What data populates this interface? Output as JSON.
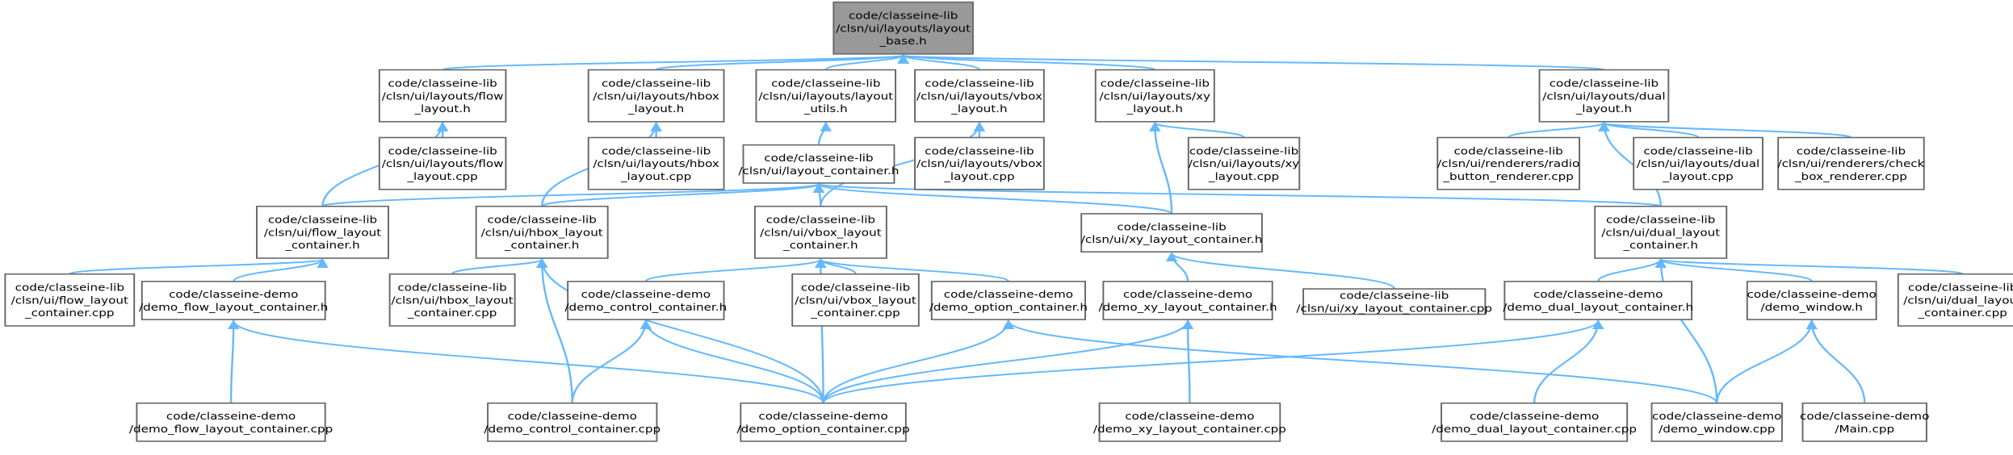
{
  "diagram": {
    "type": "include-dependency-graph",
    "colors": {
      "edge": "#63b8ff",
      "node_fill": "#ffffff",
      "node_border": "#666666",
      "root_fill": "#999999",
      "text": "#000000"
    },
    "nodes": [
      {
        "id": "root",
        "lines": [
          "code/classeine-lib",
          "/clsn/ui/layouts/layout",
          "_base.h"
        ],
        "root": true
      },
      {
        "id": "flow_layout_h",
        "lines": [
          "code/classeine-lib",
          "/clsn/ui/layouts/flow",
          "_layout.h"
        ]
      },
      {
        "id": "hbox_layout_h",
        "lines": [
          "code/classeine-lib",
          "/clsn/ui/layouts/hbox",
          "_layout.h"
        ]
      },
      {
        "id": "layout_utils_h",
        "lines": [
          "code/classeine-lib",
          "/clsn/ui/layouts/layout",
          "_utils.h"
        ]
      },
      {
        "id": "vbox_layout_h",
        "lines": [
          "code/classeine-lib",
          "/clsn/ui/layouts/vbox",
          "_layout.h"
        ]
      },
      {
        "id": "xy_layout_h",
        "lines": [
          "code/classeine-lib",
          "/clsn/ui/layouts/xy",
          "_layout.h"
        ]
      },
      {
        "id": "dual_layout_h",
        "lines": [
          "code/classeine-lib",
          "/clsn/ui/layouts/dual",
          "_layout.h"
        ]
      },
      {
        "id": "flow_layout_cpp",
        "lines": [
          "code/classeine-lib",
          "/clsn/ui/layouts/flow",
          "_layout.cpp"
        ]
      },
      {
        "id": "hbox_layout_cpp",
        "lines": [
          "code/classeine-lib",
          "/clsn/ui/layouts/hbox",
          "_layout.cpp"
        ]
      },
      {
        "id": "layout_container_h",
        "lines": [
          "code/classeine-lib",
          "/clsn/ui/layout_container.h"
        ]
      },
      {
        "id": "vbox_layout_cpp",
        "lines": [
          "code/classeine-lib",
          "/clsn/ui/layouts/vbox",
          "_layout.cpp"
        ]
      },
      {
        "id": "xy_layout_cpp",
        "lines": [
          "code/classeine-lib",
          "/clsn/ui/layouts/xy",
          "_layout.cpp"
        ]
      },
      {
        "id": "radio_renderer_cpp",
        "lines": [
          "code/classeine-lib",
          "/clsn/ui/renderers/radio",
          "_button_renderer.cpp"
        ]
      },
      {
        "id": "dual_layout_cpp",
        "lines": [
          "code/classeine-lib",
          "/clsn/ui/layouts/dual",
          "_layout.cpp"
        ]
      },
      {
        "id": "check_renderer_cpp",
        "lines": [
          "code/classeine-lib",
          "/clsn/ui/renderers/check",
          "_box_renderer.cpp"
        ]
      },
      {
        "id": "flow_layout_container_h",
        "lines": [
          "code/classeine-lib",
          "/clsn/ui/flow_layout",
          "_container.h"
        ]
      },
      {
        "id": "hbox_layout_container_h",
        "lines": [
          "code/classeine-lib",
          "/clsn/ui/hbox_layout",
          "_container.h"
        ]
      },
      {
        "id": "vbox_layout_container_h",
        "lines": [
          "code/classeine-lib",
          "/clsn/ui/vbox_layout",
          "_container.h"
        ]
      },
      {
        "id": "xy_layout_container_h",
        "lines": [
          "code/classeine-lib",
          "/clsn/ui/xy_layout_container.h"
        ]
      },
      {
        "id": "dual_layout_container_h",
        "lines": [
          "code/classeine-lib",
          "/clsn/ui/dual_layout",
          "_container.h"
        ]
      },
      {
        "id": "flow_layout_container_cpp",
        "lines": [
          "code/classeine-lib",
          "/clsn/ui/flow_layout",
          "_container.cpp"
        ]
      },
      {
        "id": "demo_flow_layout_container_h",
        "lines": [
          "code/classeine-demo",
          "/demo_flow_layout_container.h"
        ]
      },
      {
        "id": "hbox_layout_container_cpp",
        "lines": [
          "code/classeine-lib",
          "/clsn/ui/hbox_layout",
          "_container.cpp"
        ]
      },
      {
        "id": "demo_control_container_h",
        "lines": [
          "code/classeine-demo",
          "/demo_control_container.h"
        ]
      },
      {
        "id": "vbox_layout_container_cpp",
        "lines": [
          "code/classeine-lib",
          "/clsn/ui/vbox_layout",
          "_container.cpp"
        ]
      },
      {
        "id": "demo_option_container_h",
        "lines": [
          "code/classeine-demo",
          "/demo_option_container.h"
        ]
      },
      {
        "id": "demo_xy_layout_container_h",
        "lines": [
          "code/classeine-demo",
          "/demo_xy_layout_container.h"
        ]
      },
      {
        "id": "xy_layout_container_cpp",
        "lines": [
          "code/classeine-lib",
          "/clsn/ui/xy_layout_container.cpp"
        ]
      },
      {
        "id": "demo_dual_layout_container_h",
        "lines": [
          "code/classeine-demo",
          "/demo_dual_layout_container.h"
        ]
      },
      {
        "id": "demo_window_h",
        "lines": [
          "code/classeine-demo",
          "/demo_window.h"
        ]
      },
      {
        "id": "dual_layout_container_cpp",
        "lines": [
          "code/classeine-lib",
          "/clsn/ui/dual_layout",
          "_container.cpp"
        ]
      },
      {
        "id": "demo_flow_layout_container_cpp",
        "lines": [
          "code/classeine-demo",
          "/demo_flow_layout_container.cpp"
        ]
      },
      {
        "id": "demo_control_container_cpp",
        "lines": [
          "code/classeine-demo",
          "/demo_control_container.cpp"
        ]
      },
      {
        "id": "demo_option_container_cpp",
        "lines": [
          "code/classeine-demo",
          "/demo_option_container.cpp"
        ]
      },
      {
        "id": "demo_xy_layout_container_cpp",
        "lines": [
          "code/classeine-demo",
          "/demo_xy_layout_container.cpp"
        ]
      },
      {
        "id": "demo_dual_layout_container_cpp",
        "lines": [
          "code/classeine-demo",
          "/demo_dual_layout_container.cpp"
        ]
      },
      {
        "id": "demo_window_cpp",
        "lines": [
          "code/classeine-demo",
          "/demo_window.cpp"
        ]
      },
      {
        "id": "main_cpp",
        "lines": [
          "code/classeine-demo",
          "/Main.cpp"
        ]
      }
    ],
    "edges": [
      [
        "flow_layout_h",
        "root"
      ],
      [
        "hbox_layout_h",
        "root"
      ],
      [
        "layout_utils_h",
        "root"
      ],
      [
        "vbox_layout_h",
        "root"
      ],
      [
        "xy_layout_h",
        "root"
      ],
      [
        "dual_layout_h",
        "root"
      ],
      [
        "flow_layout_cpp",
        "flow_layout_h"
      ],
      [
        "flow_layout_container_h",
        "flow_layout_h"
      ],
      [
        "hbox_layout_cpp",
        "hbox_layout_h"
      ],
      [
        "hbox_layout_container_h",
        "hbox_layout_h"
      ],
      [
        "layout_container_h",
        "layout_utils_h"
      ],
      [
        "vbox_layout_cpp",
        "vbox_layout_h"
      ],
      [
        "vbox_layout_container_h",
        "vbox_layout_h"
      ],
      [
        "xy_layout_cpp",
        "xy_layout_h"
      ],
      [
        "xy_layout_container_h",
        "xy_layout_h"
      ],
      [
        "radio_renderer_cpp",
        "dual_layout_h"
      ],
      [
        "dual_layout_cpp",
        "dual_layout_h"
      ],
      [
        "check_renderer_cpp",
        "dual_layout_h"
      ],
      [
        "dual_layout_container_h",
        "dual_layout_h"
      ],
      [
        "flow_layout_container_h",
        "layout_container_h"
      ],
      [
        "hbox_layout_container_h",
        "layout_container_h"
      ],
      [
        "vbox_layout_container_h",
        "layout_container_h"
      ],
      [
        "xy_layout_container_h",
        "layout_container_h"
      ],
      [
        "dual_layout_container_h",
        "layout_container_h"
      ],
      [
        "flow_layout_container_cpp",
        "flow_layout_container_h"
      ],
      [
        "demo_flow_layout_container_h",
        "flow_layout_container_h"
      ],
      [
        "hbox_layout_container_cpp",
        "hbox_layout_container_h"
      ],
      [
        "demo_control_container_cpp",
        "hbox_layout_container_h"
      ],
      [
        "demo_option_container_cpp",
        "hbox_layout_container_h"
      ],
      [
        "demo_control_container_h",
        "vbox_layout_container_h"
      ],
      [
        "vbox_layout_container_cpp",
        "vbox_layout_container_h"
      ],
      [
        "demo_option_container_h",
        "vbox_layout_container_h"
      ],
      [
        "demo_option_container_cpp",
        "vbox_layout_container_h"
      ],
      [
        "demo_xy_layout_container_h",
        "xy_layout_container_h"
      ],
      [
        "xy_layout_container_cpp",
        "xy_layout_container_h"
      ],
      [
        "demo_dual_layout_container_h",
        "dual_layout_container_h"
      ],
      [
        "demo_window_h",
        "dual_layout_container_h"
      ],
      [
        "dual_layout_container_cpp",
        "dual_layout_container_h"
      ],
      [
        "demo_window_cpp",
        "dual_layout_container_h"
      ],
      [
        "demo_flow_layout_container_cpp",
        "demo_flow_layout_container_h"
      ],
      [
        "demo_option_container_cpp",
        "demo_flow_layout_container_h"
      ],
      [
        "demo_control_container_cpp",
        "demo_control_container_h"
      ],
      [
        "demo_option_container_cpp",
        "demo_control_container_h"
      ],
      [
        "demo_option_container_cpp",
        "demo_option_container_h"
      ],
      [
        "demo_window_cpp",
        "demo_option_container_h"
      ],
      [
        "demo_xy_layout_container_cpp",
        "demo_xy_layout_container_h"
      ],
      [
        "demo_option_container_cpp",
        "demo_xy_layout_container_h"
      ],
      [
        "demo_dual_layout_container_cpp",
        "demo_dual_layout_container_h"
      ],
      [
        "demo_option_container_cpp",
        "demo_dual_layout_container_h"
      ],
      [
        "demo_window_cpp",
        "demo_window_h"
      ],
      [
        "main_cpp",
        "demo_window_h"
      ]
    ]
  }
}
